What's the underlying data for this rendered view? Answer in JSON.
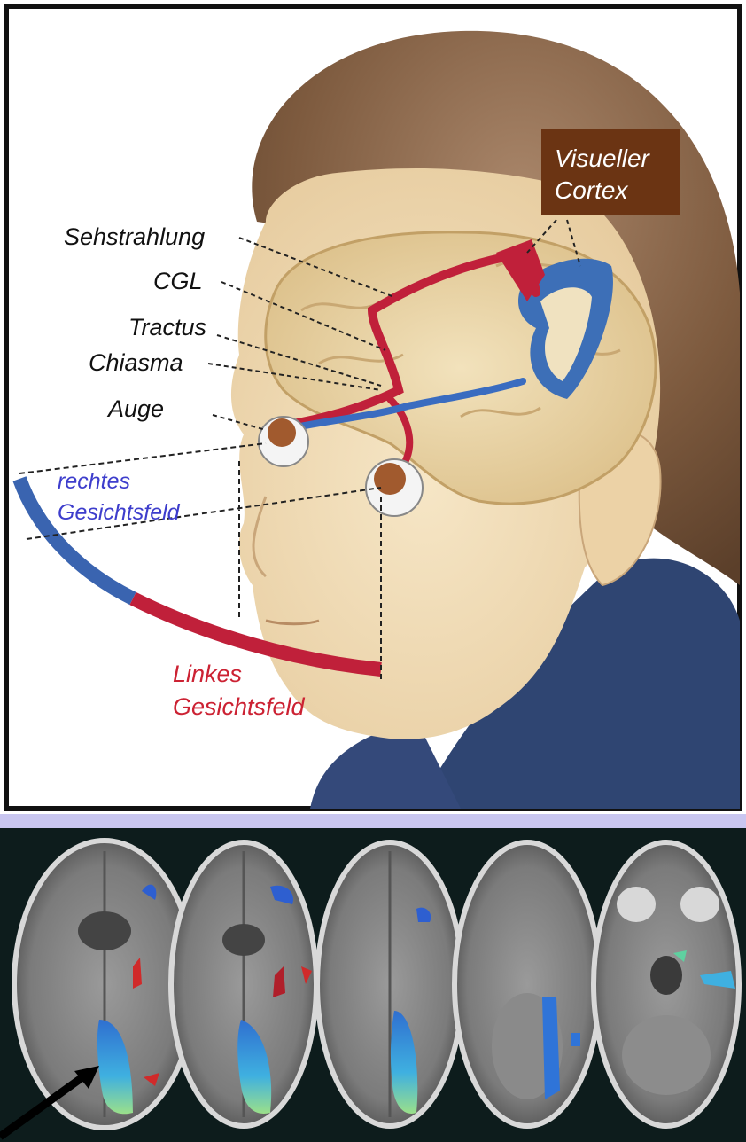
{
  "diagram": {
    "labels": {
      "visual_cortex_line1": "Visueller",
      "visual_cortex_line2": "Cortex",
      "optic_radiation": "Sehstrahlung",
      "lgn": "CGL",
      "tract": "Tractus",
      "chiasm": "Chiasma",
      "eye": "Auge",
      "right_field_line1": "rechtes",
      "right_field_line2": "Gesichtsfeld",
      "left_field_line1": "Linkes",
      "left_field_line2": "Gesichtsfeld"
    },
    "colors": {
      "cortex_box": "#6b3413",
      "right_field_text": "#3d3dcc",
      "left_field_text": "#cc2233",
      "pathway_red": "#c0203a",
      "pathway_blue": "#3a6cc0",
      "divider_band": "#c9c6f0",
      "scan_background": "#0d1c1c"
    }
  },
  "scans": {
    "count": 5,
    "panel": "axial brain MRI slices with fMRI activation"
  }
}
